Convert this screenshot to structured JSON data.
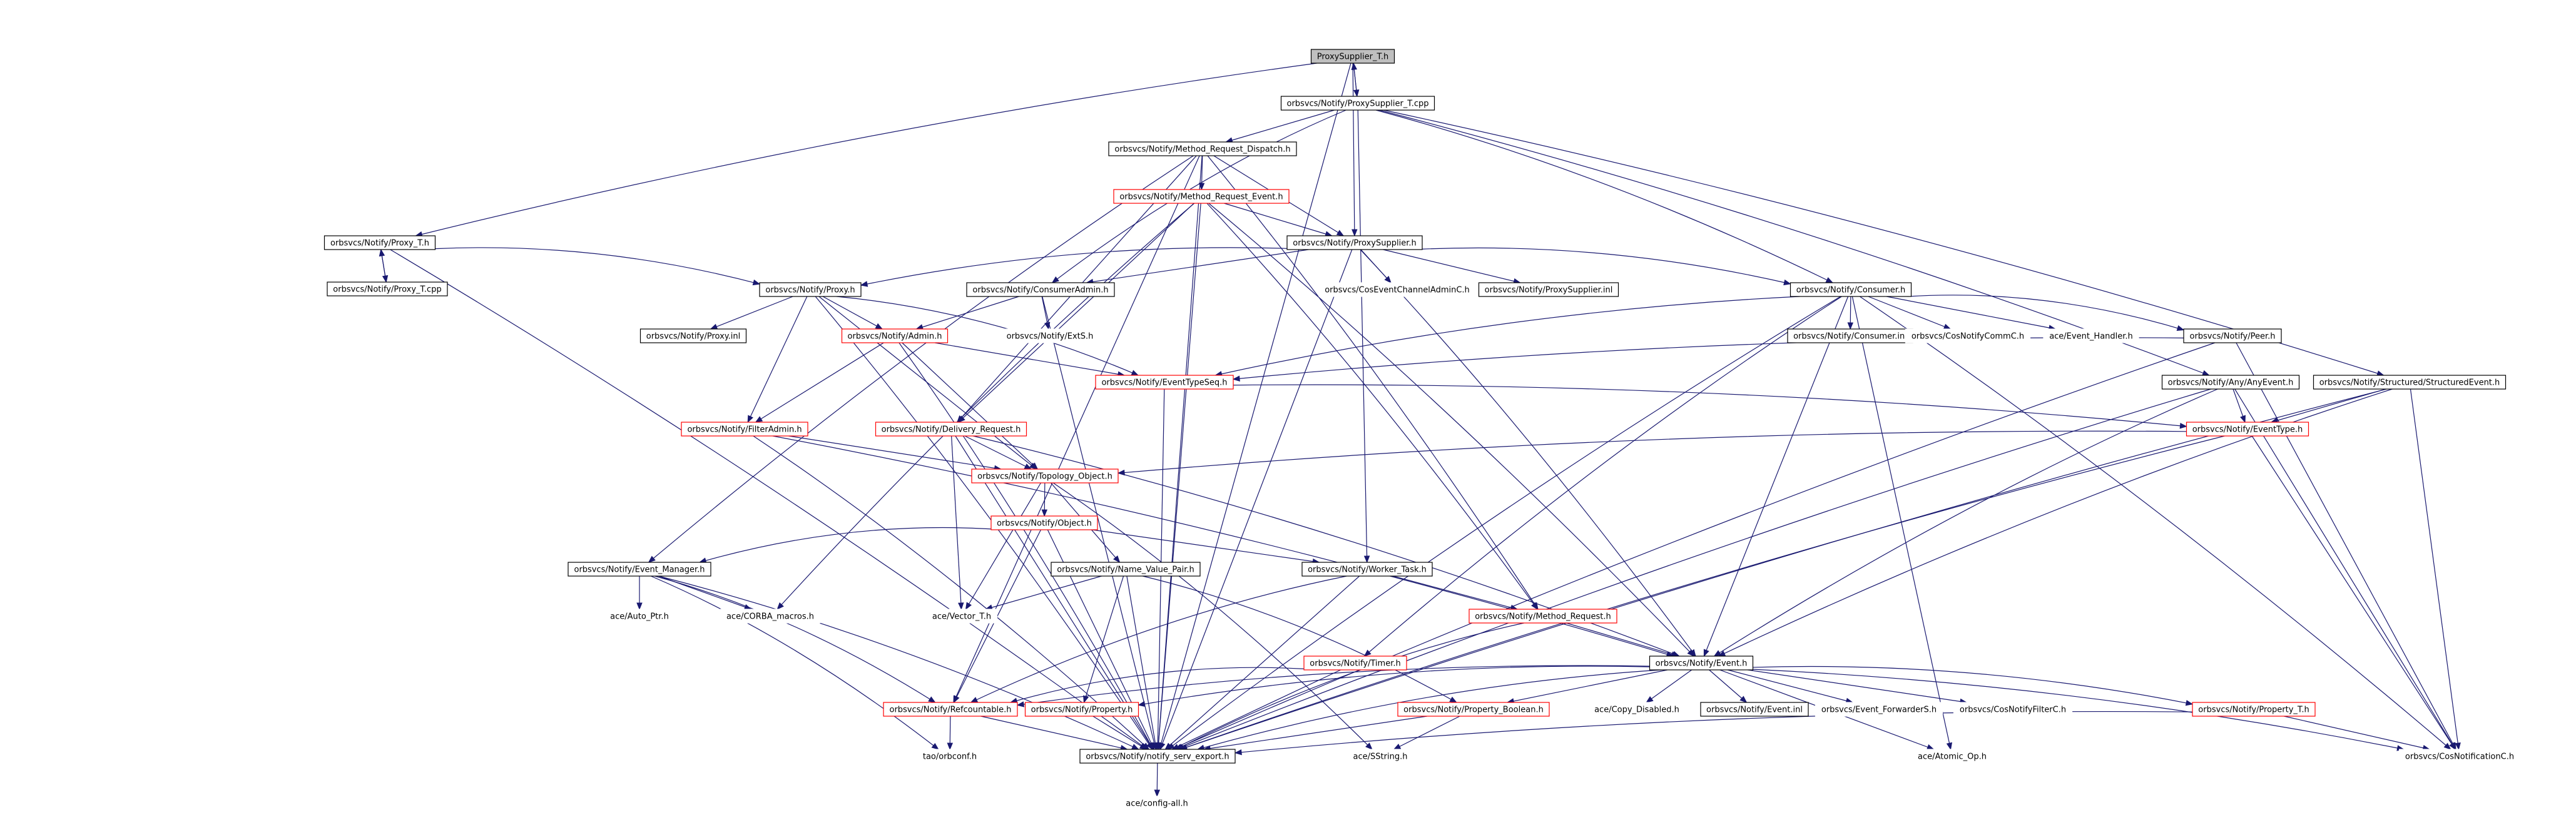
{
  "graph": {
    "nodes": [
      {
        "id": "n_pst_h",
        "label": "ProxySupplier_T.h",
        "style": "gray"
      },
      {
        "id": "n_pst_cpp",
        "label": "orbsvcs/Notify/ProxySupplier_T.cpp",
        "style": "black"
      },
      {
        "id": "n_mrd",
        "label": "orbsvcs/Notify/Method_Request_Dispatch.h",
        "style": "black"
      },
      {
        "id": "n_mre",
        "label": "orbsvcs/Notify/Method_Request_Event.h",
        "style": "red"
      },
      {
        "id": "n_ps",
        "label": "orbsvcs/Notify/ProxySupplier.h",
        "style": "black"
      },
      {
        "id": "n_proxyt_h",
        "label": "orbsvcs/Notify/Proxy_T.h",
        "style": "black"
      },
      {
        "id": "n_proxyt_cpp",
        "label": "orbsvcs/Notify/Proxy_T.cpp",
        "style": "black"
      },
      {
        "id": "n_proxy_h",
        "label": "orbsvcs/Notify/Proxy.h",
        "style": "black"
      },
      {
        "id": "n_consadmin",
        "label": "orbsvcs/Notify/ConsumerAdmin.h",
        "style": "black"
      },
      {
        "id": "n_cosecac",
        "label": "orbsvcs/CosEventChannelAdminC.h",
        "style": "plain"
      },
      {
        "id": "n_psinl",
        "label": "orbsvcs/Notify/ProxySupplier.inl",
        "style": "black"
      },
      {
        "id": "n_consumer",
        "label": "orbsvcs/Notify/Consumer.h",
        "style": "black"
      },
      {
        "id": "n_proxyinl",
        "label": "orbsvcs/Notify/Proxy.inl",
        "style": "black"
      },
      {
        "id": "n_admin",
        "label": "orbsvcs/Notify/Admin.h",
        "style": "red"
      },
      {
        "id": "n_exts",
        "label": "orbsvcs/Notify/ExtS.h",
        "style": "plain"
      },
      {
        "id": "n_consinl",
        "label": "orbsvcs/Notify/Consumer.inl",
        "style": "black"
      },
      {
        "id": "n_cosnotcomm",
        "label": "orbsvcs/CosNotifyCommC.h",
        "style": "plain"
      },
      {
        "id": "n_evhandler",
        "label": "ace/Event_Handler.h",
        "style": "plain"
      },
      {
        "id": "n_peer",
        "label": "orbsvcs/Notify/Peer.h",
        "style": "black"
      },
      {
        "id": "n_evtypeseq",
        "label": "orbsvcs/Notify/EventTypeSeq.h",
        "style": "red"
      },
      {
        "id": "n_anyevent",
        "label": "orbsvcs/Notify/Any/AnyEvent.h",
        "style": "black"
      },
      {
        "id": "n_structev",
        "label": "orbsvcs/Notify/Structured/StructuredEvent.h",
        "style": "black"
      },
      {
        "id": "n_filteradmin",
        "label": "orbsvcs/Notify/FilterAdmin.h",
        "style": "red"
      },
      {
        "id": "n_delivreq",
        "label": "orbsvcs/Notify/Delivery_Request.h",
        "style": "red"
      },
      {
        "id": "n_evtype",
        "label": "orbsvcs/Notify/EventType.h",
        "style": "red"
      },
      {
        "id": "n_topobj",
        "label": "orbsvcs/Notify/Topology_Object.h",
        "style": "red"
      },
      {
        "id": "n_object",
        "label": "orbsvcs/Notify/Object.h",
        "style": "red"
      },
      {
        "id": "n_evmgr",
        "label": "orbsvcs/Notify/Event_Manager.h",
        "style": "black"
      },
      {
        "id": "n_nvpair",
        "label": "orbsvcs/Notify/Name_Value_Pair.h",
        "style": "black"
      },
      {
        "id": "n_worker",
        "label": "orbsvcs/Notify/Worker_Task.h",
        "style": "black"
      },
      {
        "id": "n_autoptr",
        "label": "ace/Auto_Ptr.h",
        "style": "plain"
      },
      {
        "id": "n_corbamacros",
        "label": "ace/CORBA_macros.h",
        "style": "plain"
      },
      {
        "id": "n_vector",
        "label": "ace/Vector_T.h",
        "style": "plain"
      },
      {
        "id": "n_methreq",
        "label": "orbsvcs/Notify/Method_Request.h",
        "style": "red"
      },
      {
        "id": "n_timer",
        "label": "orbsvcs/Notify/Timer.h",
        "style": "red"
      },
      {
        "id": "n_event",
        "label": "orbsvcs/Notify/Event.h",
        "style": "black"
      },
      {
        "id": "n_refcount",
        "label": "orbsvcs/Notify/Refcountable.h",
        "style": "red"
      },
      {
        "id": "n_property",
        "label": "orbsvcs/Notify/Property.h",
        "style": "red"
      },
      {
        "id": "n_propbool",
        "label": "orbsvcs/Notify/Property_Boolean.h",
        "style": "red"
      },
      {
        "id": "n_copydis",
        "label": "ace/Copy_Disabled.h",
        "style": "plain"
      },
      {
        "id": "n_eventinl",
        "label": "orbsvcs/Notify/Event.inl",
        "style": "black"
      },
      {
        "id": "n_evfwd",
        "label": "orbsvcs/Event_ForwarderS.h",
        "style": "plain"
      },
      {
        "id": "n_cosnotfilt",
        "label": "orbsvcs/CosNotifyFilterC.h",
        "style": "plain"
      },
      {
        "id": "n_propt",
        "label": "orbsvcs/Notify/Property_T.h",
        "style": "red"
      },
      {
        "id": "n_orbconf",
        "label": "tao/orbconf.h",
        "style": "plain"
      },
      {
        "id": "n_servexp",
        "label": "orbsvcs/Notify/notify_serv_export.h",
        "style": "black"
      },
      {
        "id": "n_sstring",
        "label": "ace/SString.h",
        "style": "plain"
      },
      {
        "id": "n_atomic",
        "label": "ace/Atomic_Op.h",
        "style": "plain"
      },
      {
        "id": "n_cosnotif",
        "label": "orbsvcs/CosNotificationC.h",
        "style": "plain"
      },
      {
        "id": "n_configall",
        "label": "ace/config-all.h",
        "style": "plain"
      }
    ],
    "edges": [
      [
        "n_pst_h",
        "n_pst_cpp"
      ],
      [
        "n_pst_cpp",
        "n_pst_h"
      ],
      [
        "n_pst_h",
        "n_proxyt_h"
      ],
      [
        "n_pst_h",
        "n_ps"
      ],
      [
        "n_pst_h",
        "n_servexp"
      ],
      [
        "n_pst_cpp",
        "n_mrd"
      ],
      [
        "n_pst_cpp",
        "n_consadmin"
      ],
      [
        "n_pst_cpp",
        "n_consumer"
      ],
      [
        "n_pst_cpp",
        "n_anyevent"
      ],
      [
        "n_pst_cpp",
        "n_structev"
      ],
      [
        "n_pst_cpp",
        "n_worker"
      ],
      [
        "n_mrd",
        "n_mre"
      ],
      [
        "n_mrd",
        "n_ps"
      ],
      [
        "n_mrd",
        "n_evmgr"
      ],
      [
        "n_mrd",
        "n_refcount"
      ],
      [
        "n_mrd",
        "n_servexp"
      ],
      [
        "n_mrd",
        "n_delivreq"
      ],
      [
        "n_mrd",
        "n_methreq"
      ],
      [
        "n_mre",
        "n_ps"
      ],
      [
        "n_mre",
        "n_delivreq"
      ],
      [
        "n_mre",
        "n_event"
      ],
      [
        "n_mre",
        "n_corbamacros"
      ],
      [
        "n_mre",
        "n_servexp"
      ],
      [
        "n_mre",
        "n_methreq"
      ],
      [
        "n_proxyt_h",
        "n_proxyt_cpp"
      ],
      [
        "n_proxyt_cpp",
        "n_proxyt_h"
      ],
      [
        "n_proxyt_h",
        "n_proxy_h"
      ],
      [
        "n_proxyt_h",
        "n_servexp"
      ],
      [
        "n_ps",
        "n_proxy_h"
      ],
      [
        "n_ps",
        "n_consadmin"
      ],
      [
        "n_ps",
        "n_cosecac"
      ],
      [
        "n_ps",
        "n_psinl"
      ],
      [
        "n_ps",
        "n_consumer"
      ],
      [
        "n_ps",
        "n_event"
      ],
      [
        "n_ps",
        "n_servexp"
      ],
      [
        "n_proxy_h",
        "n_proxyinl"
      ],
      [
        "n_proxy_h",
        "n_admin"
      ],
      [
        "n_proxy_h",
        "n_filteradmin"
      ],
      [
        "n_proxy_h",
        "n_evtypeseq"
      ],
      [
        "n_proxy_h",
        "n_topobj"
      ],
      [
        "n_proxy_h",
        "n_servexp"
      ],
      [
        "n_consadmin",
        "n_admin"
      ],
      [
        "n_consadmin",
        "n_exts"
      ],
      [
        "n_consadmin",
        "n_servexp"
      ],
      [
        "n_consumer",
        "n_consinl"
      ],
      [
        "n_consumer",
        "n_cosnotcomm"
      ],
      [
        "n_consumer",
        "n_evhandler"
      ],
      [
        "n_consumer",
        "n_peer"
      ],
      [
        "n_consumer",
        "n_evtypeseq"
      ],
      [
        "n_consumer",
        "n_event"
      ],
      [
        "n_consumer",
        "n_timer"
      ],
      [
        "n_consumer",
        "n_atomic"
      ],
      [
        "n_consumer",
        "n_servexp"
      ],
      [
        "n_consumer",
        "n_cosnotif"
      ],
      [
        "n_peer",
        "n_evtypeseq"
      ],
      [
        "n_peer",
        "n_servexp"
      ],
      [
        "n_peer",
        "n_cosnotif"
      ],
      [
        "n_anyevent",
        "n_evtype"
      ],
      [
        "n_anyevent",
        "n_event"
      ],
      [
        "n_anyevent",
        "n_servexp"
      ],
      [
        "n_anyevent",
        "n_cosnotif"
      ],
      [
        "n_structev",
        "n_evtype"
      ],
      [
        "n_structev",
        "n_event"
      ],
      [
        "n_structev",
        "n_servexp"
      ],
      [
        "n_structev",
        "n_cosnotif"
      ],
      [
        "n_admin",
        "n_evtypeseq"
      ],
      [
        "n_admin",
        "n_filteradmin"
      ],
      [
        "n_admin",
        "n_topobj"
      ],
      [
        "n_admin",
        "n_servexp"
      ],
      [
        "n_evtypeseq",
        "n_evtype"
      ],
      [
        "n_evtypeseq",
        "n_servexp"
      ],
      [
        "n_filteradmin",
        "n_topobj"
      ],
      [
        "n_filteradmin",
        "n_event"
      ],
      [
        "n_filteradmin",
        "n_servexp"
      ],
      [
        "n_delivreq",
        "n_topobj"
      ],
      [
        "n_delivreq",
        "n_event"
      ],
      [
        "n_delivreq",
        "n_vector"
      ],
      [
        "n_delivreq",
        "n_servexp"
      ],
      [
        "n_evtype",
        "n_topobj"
      ],
      [
        "n_evtype",
        "n_servexp"
      ],
      [
        "n_evtype",
        "n_cosnotif"
      ],
      [
        "n_topobj",
        "n_object"
      ],
      [
        "n_topobj",
        "n_nvpair"
      ],
      [
        "n_topobj",
        "n_vector"
      ],
      [
        "n_topobj",
        "n_sstring"
      ],
      [
        "n_object",
        "n_evmgr"
      ],
      [
        "n_object",
        "n_worker"
      ],
      [
        "n_object",
        "n_refcount"
      ],
      [
        "n_object",
        "n_servexp"
      ],
      [
        "n_evmgr",
        "n_autoptr"
      ],
      [
        "n_evmgr",
        "n_corbamacros"
      ],
      [
        "n_evmgr",
        "n_refcount"
      ],
      [
        "n_evmgr",
        "n_servexp"
      ],
      [
        "n_evmgr",
        "n_orbconf"
      ],
      [
        "n_nvpair",
        "n_property"
      ],
      [
        "n_nvpair",
        "n_propbool"
      ],
      [
        "n_nvpair",
        "n_vector"
      ],
      [
        "n_nvpair",
        "n_servexp"
      ],
      [
        "n_worker",
        "n_methreq"
      ],
      [
        "n_worker",
        "n_refcount"
      ],
      [
        "n_worker",
        "n_servexp"
      ],
      [
        "n_methreq",
        "n_event"
      ],
      [
        "n_methreq",
        "n_servexp"
      ],
      [
        "n_timer",
        "n_refcount"
      ],
      [
        "n_timer",
        "n_servexp"
      ],
      [
        "n_event",
        "n_refcount"
      ],
      [
        "n_event",
        "n_property"
      ],
      [
        "n_event",
        "n_propbool"
      ],
      [
        "n_event",
        "n_copydis"
      ],
      [
        "n_event",
        "n_eventinl"
      ],
      [
        "n_event",
        "n_evfwd"
      ],
      [
        "n_event",
        "n_cosnotfilt"
      ],
      [
        "n_event",
        "n_propt"
      ],
      [
        "n_event",
        "n_servexp"
      ],
      [
        "n_event",
        "n_cosnotif"
      ],
      [
        "n_event",
        "n_atomic"
      ],
      [
        "n_refcount",
        "n_orbconf"
      ],
      [
        "n_refcount",
        "n_servexp"
      ],
      [
        "n_property",
        "n_servexp"
      ],
      [
        "n_propbool",
        "n_servexp"
      ],
      [
        "n_propbool",
        "n_sstring"
      ],
      [
        "n_propt",
        "n_servexp"
      ],
      [
        "n_propt",
        "n_cosnotif"
      ],
      [
        "n_servexp",
        "n_configall"
      ]
    ]
  }
}
